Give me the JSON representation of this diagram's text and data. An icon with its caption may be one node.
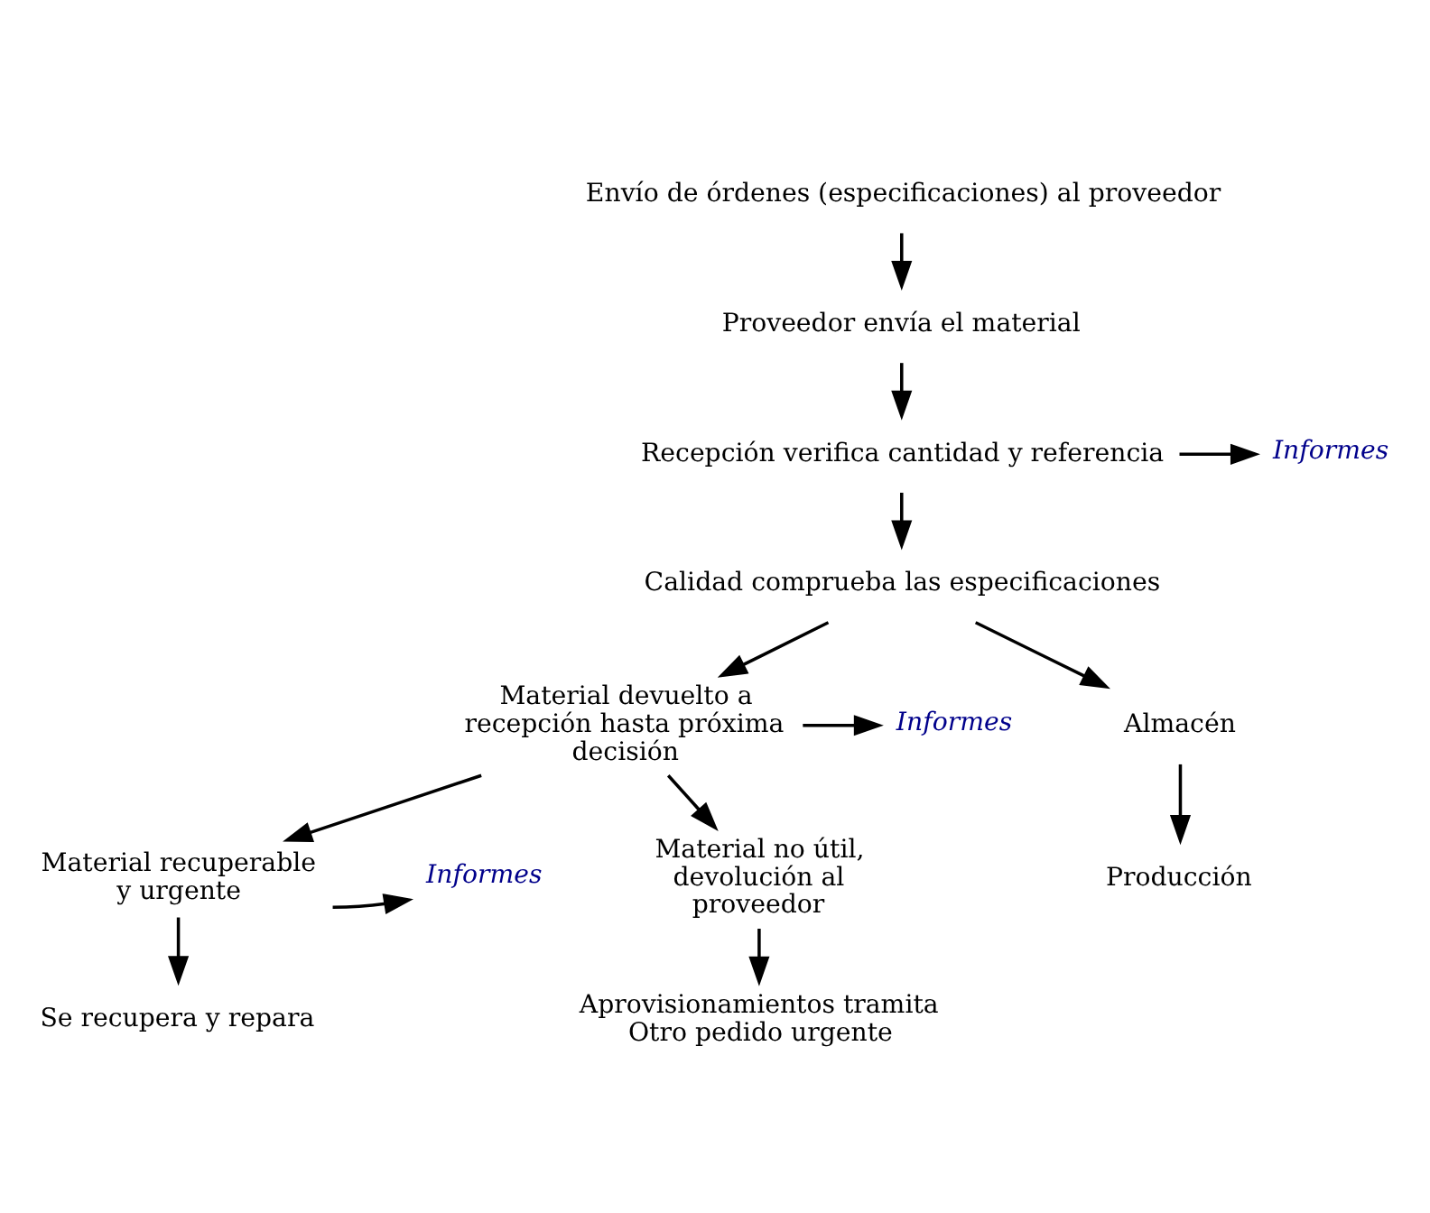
{
  "diagram": {
    "nodes": [
      {
        "text": [
          "Envío de órdenes (especificaciones) al proveedor"
        ]
      },
      {
        "text": [
          "Proveedor envía el material"
        ]
      },
      {
        "text": [
          "Recepción verifica cantidad y referencia"
        ]
      },
      {
        "text": [
          "Informes"
        ]
      },
      {
        "text": [
          "Calidad comprueba las especificaciones"
        ]
      },
      {
        "text": [
          "Material devuelto a recepción hasta próxima decisión"
        ]
      },
      {
        "text": [
          "Informes"
        ]
      },
      {
        "text": [
          "Informes"
        ]
      },
      {
        "text": [
          "Material recuperable y urgente"
        ]
      },
      {
        "text": [
          "Material no útil, devolución al proveedor"
        ]
      },
      {
        "text": [
          "Se recupera y repara"
        ]
      },
      {
        "text": [
          "Aprovisionamientos tramita Otro pedido urgente"
        ]
      },
      {
        "text": [
          "Almacén"
        ]
      },
      {
        "text": [
          "Producción"
        ]
      }
    ],
    "edges": [
      {
        "from": 0,
        "to": 1,
        "arrow": "to"
      },
      {
        "from": 1,
        "to": 2,
        "arrow": "to"
      },
      {
        "from": 2,
        "to": 3,
        "arrow": "to"
      },
      {
        "from": 2,
        "to": 4,
        "arrow": "to"
      },
      {
        "from": 4,
        "to": 12,
        "arrow": "to"
      },
      {
        "from": 4,
        "to": 5,
        "arrow": "to"
      },
      {
        "from": 5,
        "to": 6,
        "arrow": "to"
      },
      {
        "from": 5,
        "to": 8,
        "arrow": "to"
      },
      {
        "from": 5,
        "to": 9,
        "arrow": "to"
      },
      {
        "from": 8,
        "to": 7,
        "arrow": "to"
      },
      {
        "from": 8,
        "to": 10,
        "arrow": "to"
      },
      {
        "from": 9,
        "to": 11,
        "arrow": "to"
      },
      {
        "from": 12,
        "to": 13,
        "arrow": "to"
      }
    ]
  }
}
